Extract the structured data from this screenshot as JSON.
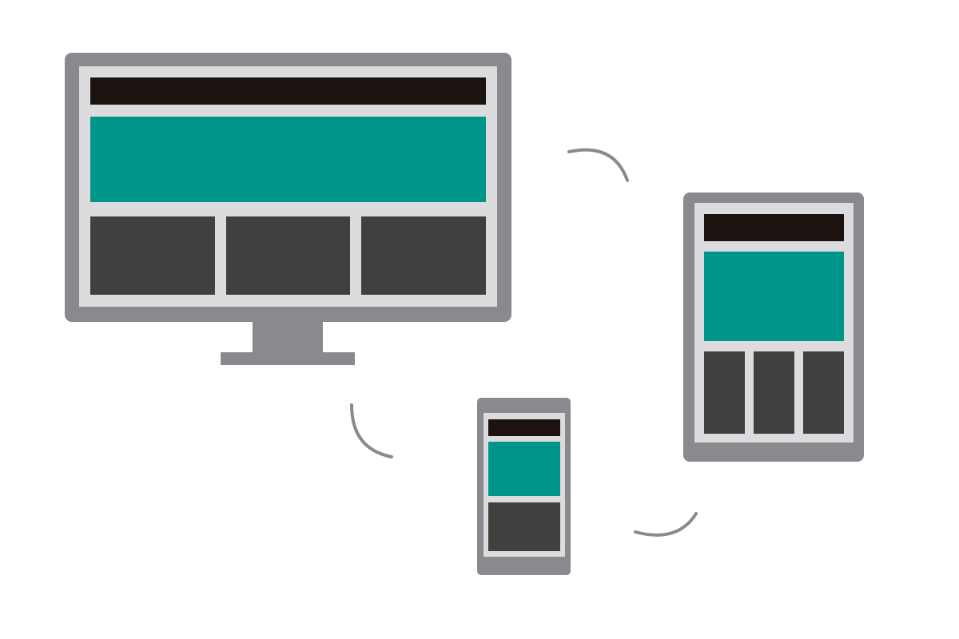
{
  "illustration": {
    "subject": "responsive-web-design",
    "devices": [
      {
        "kind": "desktop-monitor",
        "layout": {
          "header_bar": true,
          "hero_banner": true,
          "content_columns": 3,
          "stacking": "horizontal"
        }
      },
      {
        "kind": "tablet",
        "layout": {
          "header_bar": true,
          "hero_banner": true,
          "content_columns": 3,
          "stacking": "horizontal"
        }
      },
      {
        "kind": "smartphone",
        "layout": {
          "header_bar": true,
          "hero_banner": true,
          "content_columns": 1,
          "stacking": "vertical"
        }
      }
    ],
    "connectors": [
      "desktop-to-tablet-arc",
      "tablet-to-phone-arc",
      "phone-to-desktop-arc"
    ]
  },
  "colors": {
    "background": "#ffffff",
    "device_frame": "#8a898d",
    "screen": "#dcdcde",
    "header_bar": "#1c1210",
    "hero_banner": "#00958a",
    "content_block": "#42403e",
    "connector_arc": "#8a898d"
  }
}
